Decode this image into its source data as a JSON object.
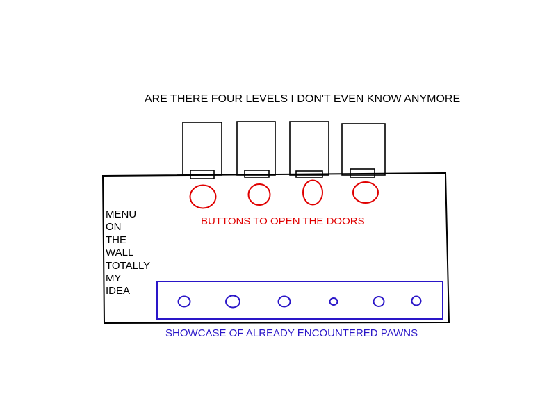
{
  "title": "ARE THERE FOUR LEVELS I DON'T EVEN KNOW ANYMORE",
  "wall_menu_lines": [
    "MENU",
    "ON",
    "THE",
    "WALL",
    "TOTALLY",
    "MY",
    "IDEA"
  ],
  "buttons_caption": "BUTTONS TO OPEN THE DOORS",
  "showcase_caption": "SHOWCASE OF ALREADY ENCOUNTERED PAWNS",
  "door_count": 4,
  "door_button_count": 4,
  "pawn_count": 6,
  "colors": {
    "outline": "#000000",
    "buttons": "#e00000",
    "showcase": "#2a16c8"
  }
}
